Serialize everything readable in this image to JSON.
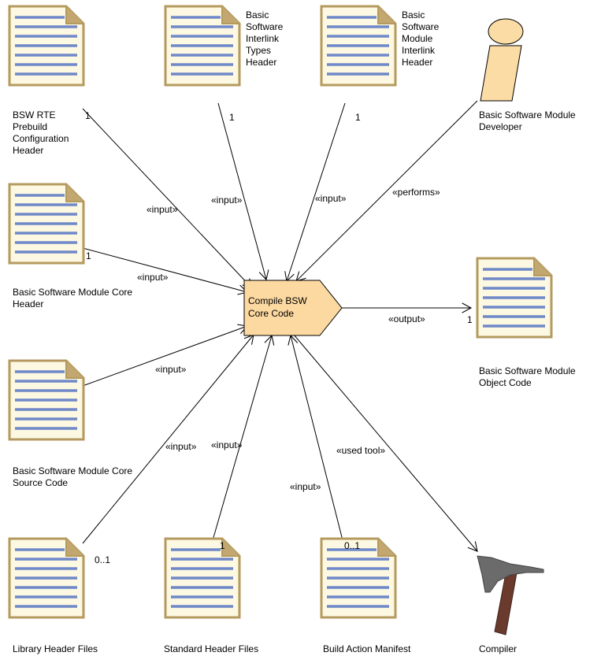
{
  "task": {
    "title": "Compile BSW Core Code"
  },
  "artifacts": [
    {
      "id": "bsw-rte-prebuild-config-header",
      "label": "BSW RTE Prebuild Configuration Header"
    },
    {
      "id": "bsw-interlink-types-header",
      "label": "Basic Software Interlink Types Header"
    },
    {
      "id": "bsw-module-interlink-header",
      "label": "Basic Software Module Interlink Header"
    },
    {
      "id": "bsw-module-core-header",
      "label": "Basic Software Module Core Header"
    },
    {
      "id": "bsw-module-core-source",
      "label": "Basic Software Module Core Source Code"
    },
    {
      "id": "library-header-files",
      "label": "Library Header Files"
    },
    {
      "id": "standard-header-files",
      "label": "Standard Header Files"
    },
    {
      "id": "build-action-manifest",
      "label": "Build Action Manifest"
    },
    {
      "id": "bsw-module-object-code",
      "label": "Basic Software Module Object Code"
    }
  ],
  "role": {
    "label": "Basic Software Module Developer"
  },
  "tool": {
    "label": "Compiler"
  },
  "relations": [
    {
      "from": "bsw-rte-prebuild-config-header",
      "stereotype": "«input»",
      "multiplicity": "1"
    },
    {
      "from": "bsw-interlink-types-header",
      "stereotype": "«input»",
      "multiplicity": "1"
    },
    {
      "from": "bsw-module-interlink-header",
      "stereotype": "«input»",
      "multiplicity": "1"
    },
    {
      "from": "role",
      "stereotype": "«performs»",
      "multiplicity": ""
    },
    {
      "from": "bsw-module-core-header",
      "stereotype": "«input»",
      "multiplicity": "1"
    },
    {
      "to": "bsw-module-object-code",
      "stereotype": "«output»",
      "multiplicity": "1"
    },
    {
      "from": "bsw-module-core-source",
      "stereotype": "«input»",
      "multiplicity": ""
    },
    {
      "from": "library-header-files",
      "stereotype": "«input»",
      "multiplicity": "0..1"
    },
    {
      "from": "standard-header-files",
      "stereotype": "«input»",
      "multiplicity": "1"
    },
    {
      "from": "build-action-manifest",
      "stereotype": "«input»",
      "multiplicity": "0..1"
    },
    {
      "to": "tool",
      "stereotype": "«used tool»",
      "multiplicity": ""
    }
  ],
  "colors": {
    "document_fill": "#fdf8e2",
    "document_border": "#b49a5e",
    "document_lines": "#6f88c8",
    "task_fill": "#fcd9a0",
    "role_fill": "#fbdca4",
    "hammer_head": "#6b6b6b",
    "hammer_handle": "#6a3a2d"
  }
}
